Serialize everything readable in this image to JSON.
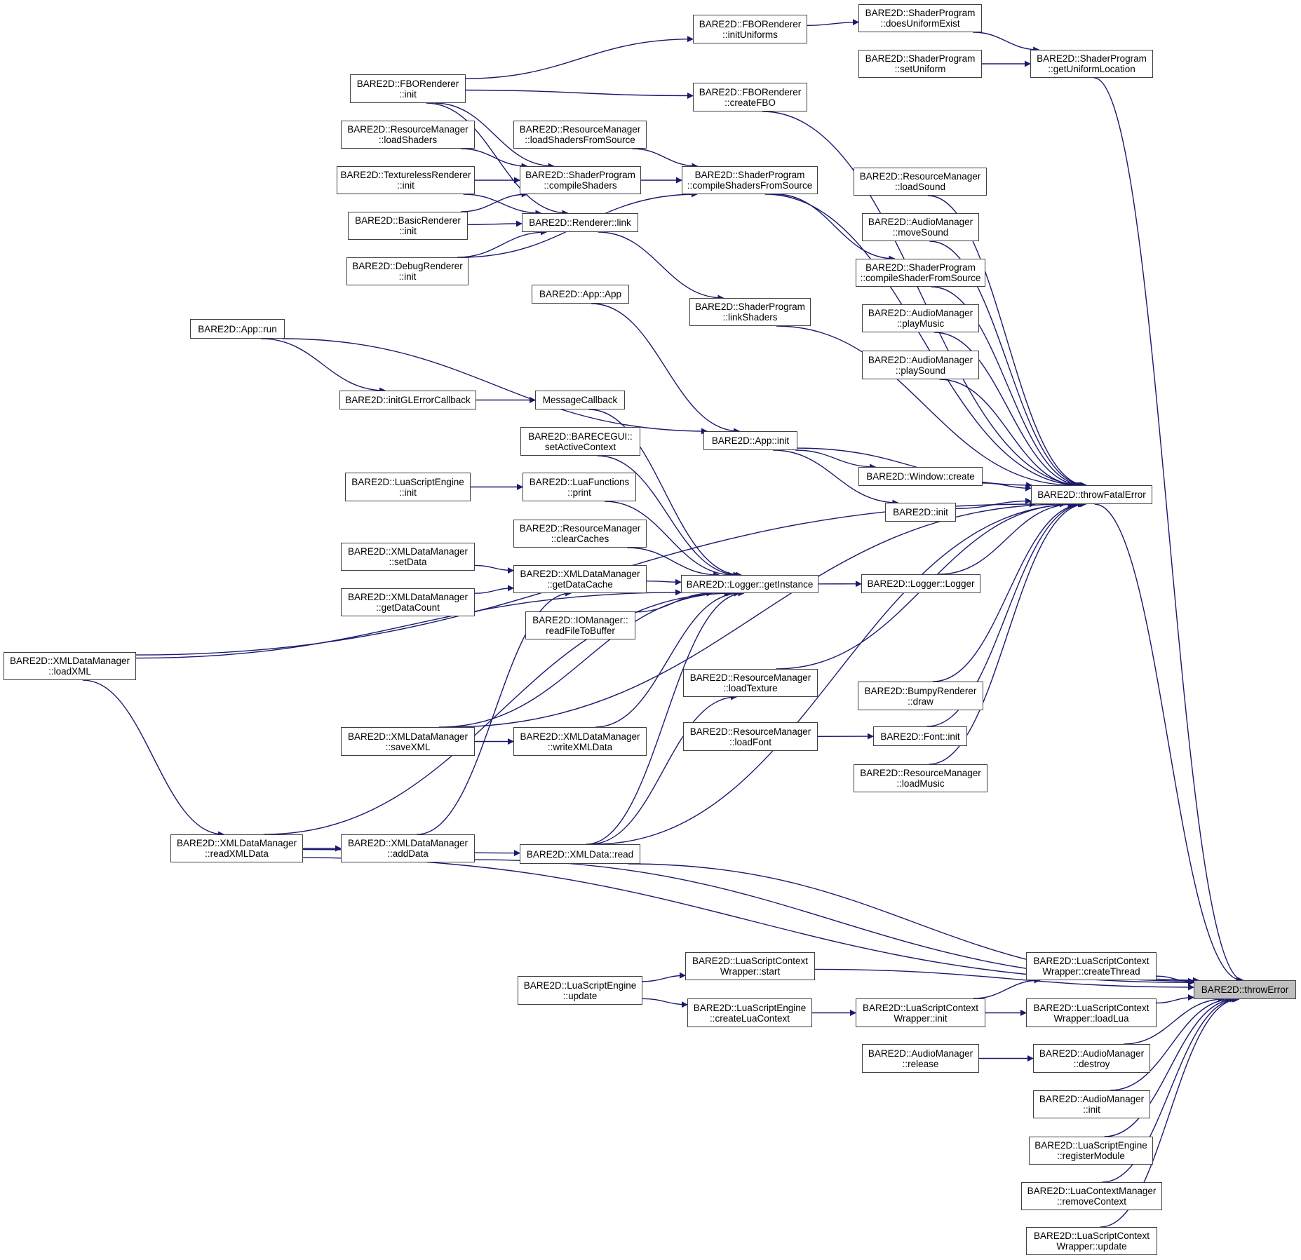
{
  "diagram": {
    "type": "call-graph",
    "title": "BARE2D::throwError caller graph",
    "colors": {
      "edge": "#191970",
      "node_border": "#404040",
      "current_fill": "#bfbfbf",
      "node_fill": "#ffffff"
    },
    "nodes": [
      {
        "id": "initUniforms",
        "lines": [
          "BARE2D::FBORenderer",
          "::initUniforms"
        ]
      },
      {
        "id": "doesUniformExist",
        "lines": [
          "BARE2D::ShaderProgram",
          "::doesUniformExist"
        ]
      },
      {
        "id": "setUniform",
        "lines": [
          "BARE2D::ShaderProgram",
          "::setUniform"
        ]
      },
      {
        "id": "getUniformLocation",
        "lines": [
          "BARE2D::ShaderProgram",
          "::getUniformLocation"
        ]
      },
      {
        "id": "fboInit",
        "lines": [
          "BARE2D::FBORenderer",
          "::init"
        ]
      },
      {
        "id": "createFBO",
        "lines": [
          "BARE2D::FBORenderer",
          "::createFBO"
        ]
      },
      {
        "id": "loadShaders",
        "lines": [
          "BARE2D::ResourceManager",
          "::loadShaders"
        ]
      },
      {
        "id": "loadShadersFromSource",
        "lines": [
          "BARE2D::ResourceManager",
          "::loadShadersFromSource"
        ]
      },
      {
        "id": "texturelessInit",
        "lines": [
          "BARE2D::TexturelessRenderer",
          "::init"
        ]
      },
      {
        "id": "compileShaders",
        "lines": [
          "BARE2D::ShaderProgram",
          "::compileShaders"
        ]
      },
      {
        "id": "compileShadersFromSource",
        "lines": [
          "BARE2D::ShaderProgram",
          "::compileShadersFromSource"
        ]
      },
      {
        "id": "loadSound",
        "lines": [
          "BARE2D::ResourceManager",
          "::loadSound"
        ]
      },
      {
        "id": "basicInit",
        "lines": [
          "BARE2D::BasicRenderer",
          "::init"
        ]
      },
      {
        "id": "rendererLink",
        "lines": [
          "BARE2D::Renderer::link"
        ]
      },
      {
        "id": "moveSound",
        "lines": [
          "BARE2D::AudioManager",
          "::moveSound"
        ]
      },
      {
        "id": "debugInit",
        "lines": [
          "BARE2D::DebugRenderer",
          "::init"
        ]
      },
      {
        "id": "compileShaderFromSource",
        "lines": [
          "BARE2D::ShaderProgram",
          "::compileShaderFromSource"
        ]
      },
      {
        "id": "appApp",
        "lines": [
          "BARE2D::App::App"
        ]
      },
      {
        "id": "linkShaders",
        "lines": [
          "BARE2D::ShaderProgram",
          "::linkShaders"
        ]
      },
      {
        "id": "appRun",
        "lines": [
          "BARE2D::App::run"
        ]
      },
      {
        "id": "playMusic",
        "lines": [
          "BARE2D::AudioManager",
          "::playMusic"
        ]
      },
      {
        "id": "playSound",
        "lines": [
          "BARE2D::AudioManager",
          "::playSound"
        ]
      },
      {
        "id": "initGLErrorCallback",
        "lines": [
          "BARE2D::initGLErrorCallback"
        ]
      },
      {
        "id": "messageCallback",
        "lines": [
          "MessageCallback"
        ]
      },
      {
        "id": "setActiveContext",
        "lines": [
          "BARE2D::BARECEGUI::",
          "setActiveContext"
        ]
      },
      {
        "id": "appInit",
        "lines": [
          "BARE2D::App::init"
        ]
      },
      {
        "id": "windowCreate",
        "lines": [
          "BARE2D::Window::create"
        ]
      },
      {
        "id": "luaEngineInit",
        "lines": [
          "BARE2D::LuaScriptEngine",
          "::init"
        ]
      },
      {
        "id": "luaPrint",
        "lines": [
          "BARE2D::LuaFunctions",
          "::print"
        ]
      },
      {
        "id": "throwFatalError",
        "lines": [
          "BARE2D::throwFatalError"
        ]
      },
      {
        "id": "bare2dInit",
        "lines": [
          "BARE2D::init"
        ]
      },
      {
        "id": "clearCaches",
        "lines": [
          "BARE2D::ResourceManager",
          "::clearCaches"
        ]
      },
      {
        "id": "setData",
        "lines": [
          "BARE2D::XMLDataManager",
          "::setData"
        ]
      },
      {
        "id": "getDataCache",
        "lines": [
          "BARE2D::XMLDataManager",
          "::getDataCache"
        ]
      },
      {
        "id": "getInstance",
        "lines": [
          "BARE2D::Logger::getInstance"
        ]
      },
      {
        "id": "loggerLogger",
        "lines": [
          "BARE2D::Logger::Logger"
        ]
      },
      {
        "id": "getDataCount",
        "lines": [
          "BARE2D::XMLDataManager",
          "::getDataCount"
        ]
      },
      {
        "id": "readFileToBuffer",
        "lines": [
          "BARE2D::IOManager::",
          "readFileToBuffer"
        ]
      },
      {
        "id": "loadXML",
        "lines": [
          "BARE2D::XMLDataManager",
          "::loadXML"
        ]
      },
      {
        "id": "loadTexture",
        "lines": [
          "BARE2D::ResourceManager",
          "::loadTexture"
        ]
      },
      {
        "id": "bumpyDraw",
        "lines": [
          "BARE2D::BumpyRenderer",
          "::draw"
        ]
      },
      {
        "id": "loadFont",
        "lines": [
          "BARE2D::ResourceManager",
          "::loadFont"
        ]
      },
      {
        "id": "fontInit",
        "lines": [
          "BARE2D::Font::init"
        ]
      },
      {
        "id": "saveXML",
        "lines": [
          "BARE2D::XMLDataManager",
          "::saveXML"
        ]
      },
      {
        "id": "writeXMLData",
        "lines": [
          "BARE2D::XMLDataManager",
          "::writeXMLData"
        ]
      },
      {
        "id": "loadMusic",
        "lines": [
          "BARE2D::ResourceManager",
          "::loadMusic"
        ]
      },
      {
        "id": "readXMLData",
        "lines": [
          "BARE2D::XMLDataManager",
          "::readXMLData"
        ]
      },
      {
        "id": "addData",
        "lines": [
          "BARE2D::XMLDataManager",
          "::addData"
        ]
      },
      {
        "id": "xmlDataRead",
        "lines": [
          "BARE2D::XMLData::read"
        ]
      },
      {
        "id": "ctxStart",
        "lines": [
          "BARE2D::LuaScriptContext",
          "Wrapper::start"
        ]
      },
      {
        "id": "createThread",
        "lines": [
          "BARE2D::LuaScriptContext",
          "Wrapper::createThread"
        ]
      },
      {
        "id": "luaEngineUpdate",
        "lines": [
          "BARE2D::LuaScriptEngine",
          "::update"
        ]
      },
      {
        "id": "throwError",
        "lines": [
          "BARE2D::throwError"
        ],
        "current": true
      },
      {
        "id": "createLuaContext",
        "lines": [
          "BARE2D::LuaScriptEngine",
          "::createLuaContext"
        ]
      },
      {
        "id": "ctxInit",
        "lines": [
          "BARE2D::LuaScriptContext",
          "Wrapper::init"
        ]
      },
      {
        "id": "loadLua",
        "lines": [
          "BARE2D::LuaScriptContext",
          "Wrapper::loadLua"
        ]
      },
      {
        "id": "audioRelease",
        "lines": [
          "BARE2D::AudioManager",
          "::release"
        ]
      },
      {
        "id": "audioDestroy",
        "lines": [
          "BARE2D::AudioManager",
          "::destroy"
        ]
      },
      {
        "id": "audioInit",
        "lines": [
          "BARE2D::AudioManager",
          "::init"
        ]
      },
      {
        "id": "registerModule",
        "lines": [
          "BARE2D::LuaScriptEngine",
          "::registerModule"
        ]
      },
      {
        "id": "removeContext",
        "lines": [
          "BARE2D::LuaContextManager",
          "::removeContext"
        ]
      },
      {
        "id": "ctxUpdate",
        "lines": [
          "BARE2D::LuaScriptContext",
          "Wrapper::update"
        ]
      }
    ],
    "edges": [
      [
        "fboInit",
        "initUniforms"
      ],
      [
        "initUniforms",
        "doesUniformExist"
      ],
      [
        "doesUniformExist",
        "getUniformLocation"
      ],
      [
        "setUniform",
        "getUniformLocation"
      ],
      [
        "getUniformLocation",
        "throwError"
      ],
      [
        "fboInit",
        "createFBO"
      ],
      [
        "createFBO",
        "throwFatalError"
      ],
      [
        "fboInit",
        "compileShaders"
      ],
      [
        "fboInit",
        "rendererLink"
      ],
      [
        "loadShaders",
        "compileShaders"
      ],
      [
        "loadShadersFromSource",
        "compileShadersFromSource"
      ],
      [
        "texturelessInit",
        "compileShaders"
      ],
      [
        "texturelessInit",
        "rendererLink"
      ],
      [
        "basicInit",
        "compileShaders"
      ],
      [
        "basicInit",
        "rendererLink"
      ],
      [
        "debugInit",
        "rendererLink"
      ],
      [
        "debugInit",
        "compileShadersFromSource"
      ],
      [
        "compileShaders",
        "compileShadersFromSource"
      ],
      [
        "compileShadersFromSource",
        "compileShaderFromSource"
      ],
      [
        "compileShadersFromSource",
        "throwFatalError"
      ],
      [
        "rendererLink",
        "linkShaders"
      ],
      [
        "linkShaders",
        "throwFatalError"
      ],
      [
        "loadSound",
        "throwFatalError"
      ],
      [
        "moveSound",
        "throwFatalError"
      ],
      [
        "compileShaderFromSource",
        "throwFatalError"
      ],
      [
        "playMusic",
        "throwFatalError"
      ],
      [
        "playSound",
        "throwFatalError"
      ],
      [
        "appRun",
        "initGLErrorCallback"
      ],
      [
        "appRun",
        "appInit"
      ],
      [
        "appApp",
        "appInit"
      ],
      [
        "initGLErrorCallback",
        "messageCallback"
      ],
      [
        "messageCallback",
        "getInstance"
      ],
      [
        "setActiveContext",
        "getInstance"
      ],
      [
        "appInit",
        "throwFatalError"
      ],
      [
        "appInit",
        "windowCreate"
      ],
      [
        "appInit",
        "bare2dInit"
      ],
      [
        "windowCreate",
        "throwFatalError"
      ],
      [
        "bare2dInit",
        "throwFatalError"
      ],
      [
        "luaEngineInit",
        "luaPrint"
      ],
      [
        "luaPrint",
        "getInstance"
      ],
      [
        "clearCaches",
        "getInstance"
      ],
      [
        "setData",
        "getDataCache"
      ],
      [
        "getDataCount",
        "getDataCache"
      ],
      [
        "getDataCache",
        "getInstance"
      ],
      [
        "readFileToBuffer",
        "getInstance"
      ],
      [
        "getInstance",
        "loggerLogger"
      ],
      [
        "loggerLogger",
        "throwFatalError"
      ],
      [
        "loadXML",
        "getInstance"
      ],
      [
        "loadXML",
        "throwFatalError"
      ],
      [
        "loadXML",
        "readXMLData"
      ],
      [
        "loadTexture",
        "throwFatalError"
      ],
      [
        "bumpyDraw",
        "throwFatalError"
      ],
      [
        "loadFont",
        "fontInit"
      ],
      [
        "fontInit",
        "throwFatalError"
      ],
      [
        "loadMusic",
        "throwFatalError"
      ],
      [
        "saveXML",
        "getInstance"
      ],
      [
        "saveXML",
        "writeXMLData"
      ],
      [
        "saveXML",
        "throwFatalError"
      ],
      [
        "writeXMLData",
        "getInstance"
      ],
      [
        "readXMLData",
        "addData"
      ],
      [
        "readXMLData",
        "getInstance"
      ],
      [
        "readXMLData",
        "xmlDataRead"
      ],
      [
        "readXMLData",
        "throwError"
      ],
      [
        "addData",
        "getDataCache"
      ],
      [
        "addData",
        "throwError"
      ],
      [
        "xmlDataRead",
        "getInstance"
      ],
      [
        "xmlDataRead",
        "loadTexture"
      ],
      [
        "xmlDataRead",
        "throwFatalError"
      ],
      [
        "xmlDataRead",
        "throwError"
      ],
      [
        "throwFatalError",
        "throwError"
      ],
      [
        "luaEngineUpdate",
        "ctxStart"
      ],
      [
        "luaEngineUpdate",
        "createLuaContext"
      ],
      [
        "ctxStart",
        "throwError"
      ],
      [
        "createLuaContext",
        "ctxInit"
      ],
      [
        "ctxInit",
        "createThread"
      ],
      [
        "ctxInit",
        "loadLua"
      ],
      [
        "createThread",
        "throwError"
      ],
      [
        "loadLua",
        "throwError"
      ],
      [
        "audioRelease",
        "audioDestroy"
      ],
      [
        "audioDestroy",
        "throwError"
      ],
      [
        "audioInit",
        "throwError"
      ],
      [
        "registerModule",
        "throwError"
      ],
      [
        "removeContext",
        "throwError"
      ],
      [
        "ctxUpdate",
        "throwError"
      ]
    ]
  }
}
